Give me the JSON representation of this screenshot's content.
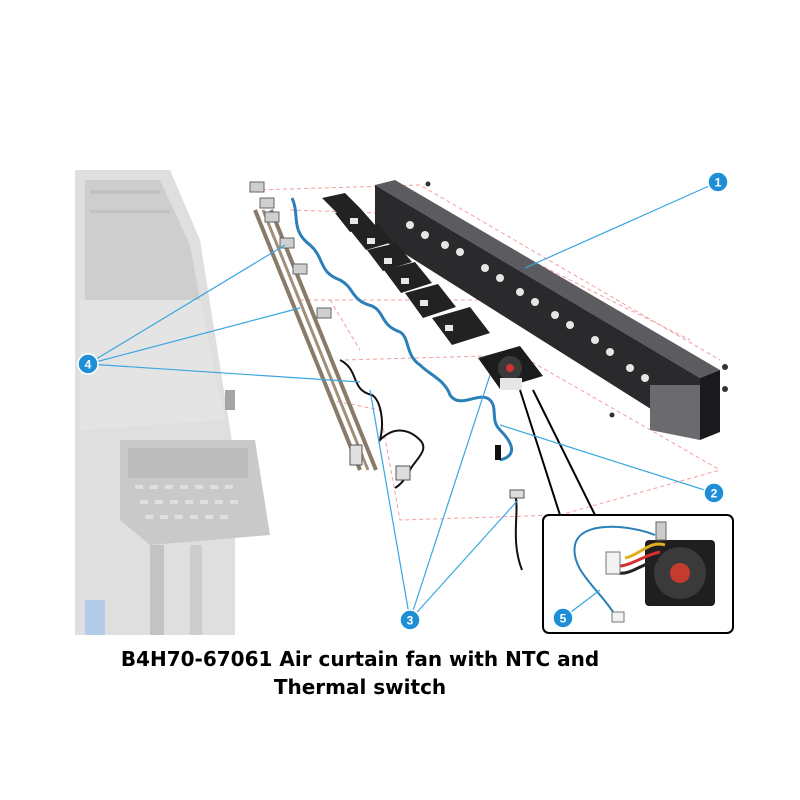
{
  "diagram": {
    "callouts": [
      {
        "id": "callout-1",
        "number": "1"
      },
      {
        "id": "callout-2",
        "number": "2"
      },
      {
        "id": "callout-3",
        "number": "3"
      },
      {
        "id": "callout-4",
        "number": "4"
      },
      {
        "id": "callout-5",
        "number": "5"
      }
    ],
    "colors": {
      "callout_fill": "#1e8fd6",
      "leader_line": "#3aa6e0",
      "cable": "#2c7fb8",
      "guide_lines": "#f2a0a0",
      "housing": "#2a2a2d",
      "background_printer": "#d6d6d6"
    }
  },
  "caption": {
    "line1": "B4H70-67061 Air curtain fan with NTC and",
    "line2": "Thermal switch"
  }
}
